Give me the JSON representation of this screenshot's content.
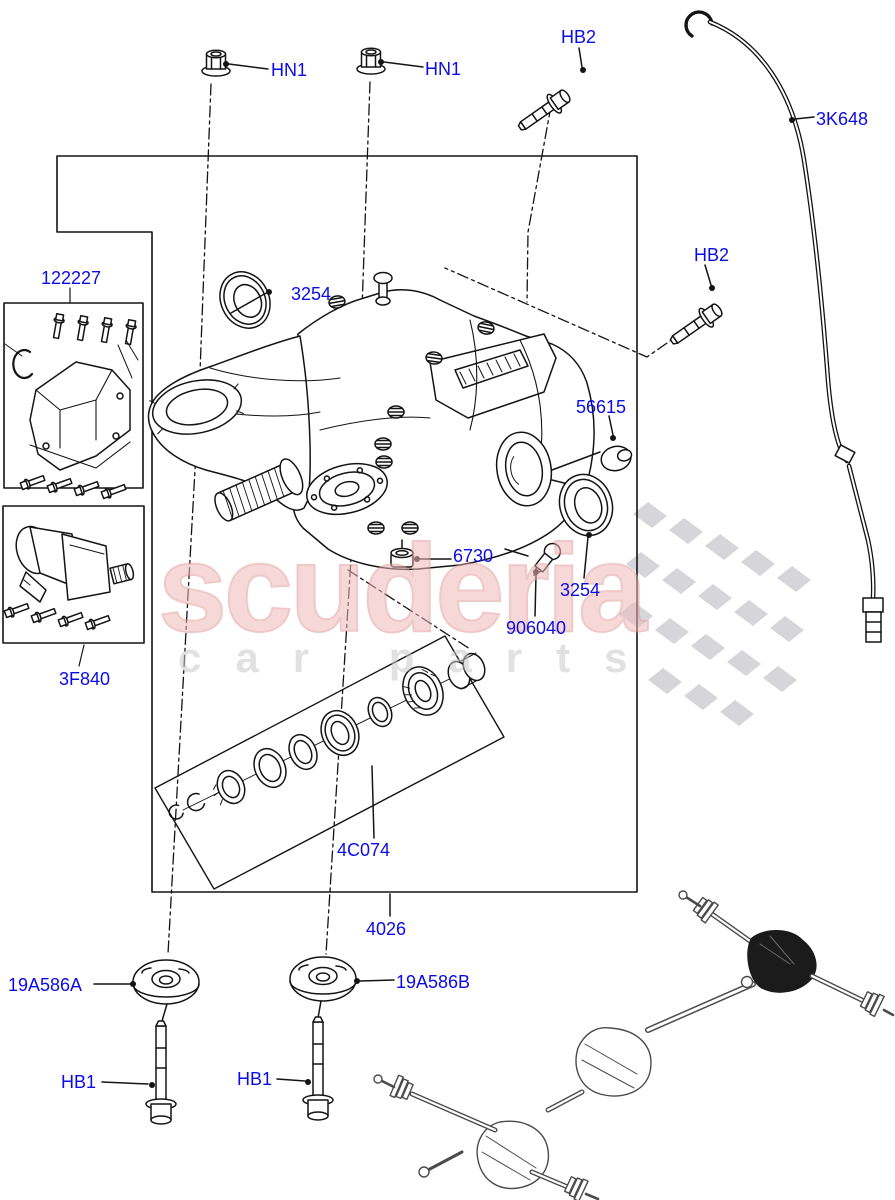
{
  "document": {
    "type": "exploded-parts-diagram",
    "subject": "rear axle differential assembly"
  },
  "parts": {
    "hn1": "HN1",
    "hb2": "HB2",
    "hose": "3K648",
    "mount_kit": "122227",
    "seal": "3254",
    "breather": "56615",
    "actuator": "3F840",
    "plug": "6730",
    "sensor": "906040",
    "bearing_kit": "4C074",
    "axle_assembly": "4026",
    "bushing_a": "19A586A",
    "bushing_b": "19A586B",
    "hb1": "HB1"
  },
  "watermark": {
    "brand": "scuderia",
    "subtitle": "car parts"
  },
  "colors": {
    "label": "#0b0be8",
    "line": "#141414",
    "watermark_brand": "#efb9b9",
    "watermark_sub": "#c9c9c9",
    "checker": "#d6d6da",
    "thumbnail": "#4b4b4b"
  }
}
